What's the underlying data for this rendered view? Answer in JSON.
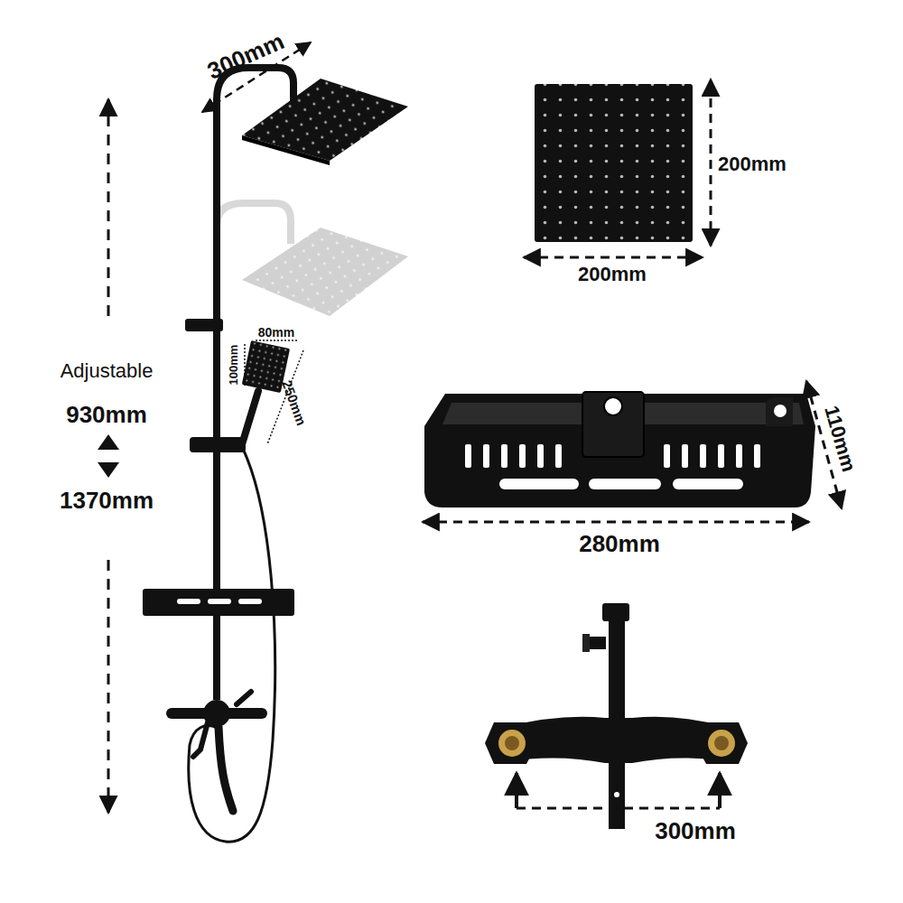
{
  "diagram": {
    "labels": [
      "300mm",
      "200mm",
      "200mm",
      "Adjustable",
      "930mm",
      "1370mm",
      "80mm",
      "100mm",
      "250mm",
      "110mm",
      "280mm",
      "300mm"
    ]
  }
}
